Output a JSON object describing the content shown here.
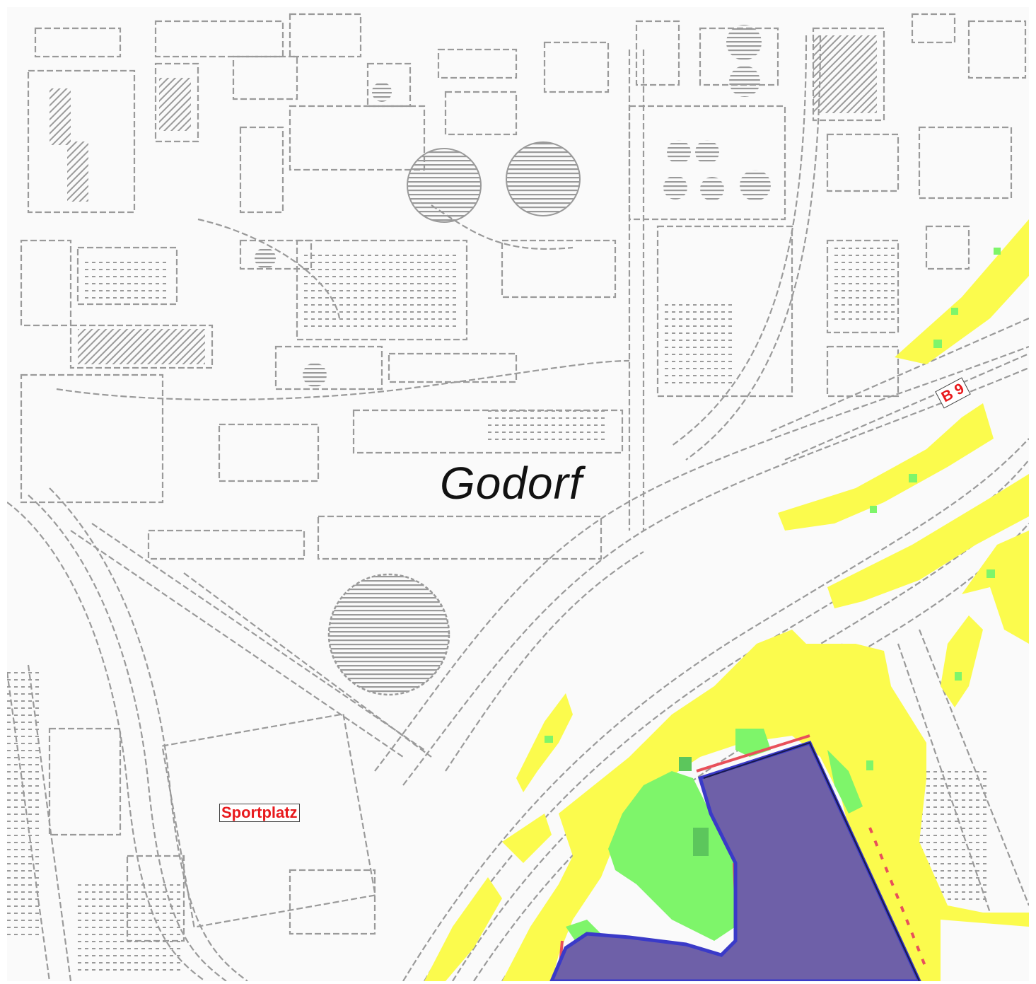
{
  "map": {
    "place_label": "Godorf",
    "field_label": "Sportplatz",
    "road_label": "B 9"
  },
  "colors": {
    "background": "#fafafa",
    "linework": "#9a9a9a",
    "zone_yellow": "#fbfb4d",
    "zone_light_green": "#7ef56a",
    "zone_dark_green": "#5cc65c",
    "zone_red": "#e8505a",
    "zone_blue": "#3a3ac8",
    "water_purple": "#6e60a8",
    "label_red": "#e8191c"
  }
}
